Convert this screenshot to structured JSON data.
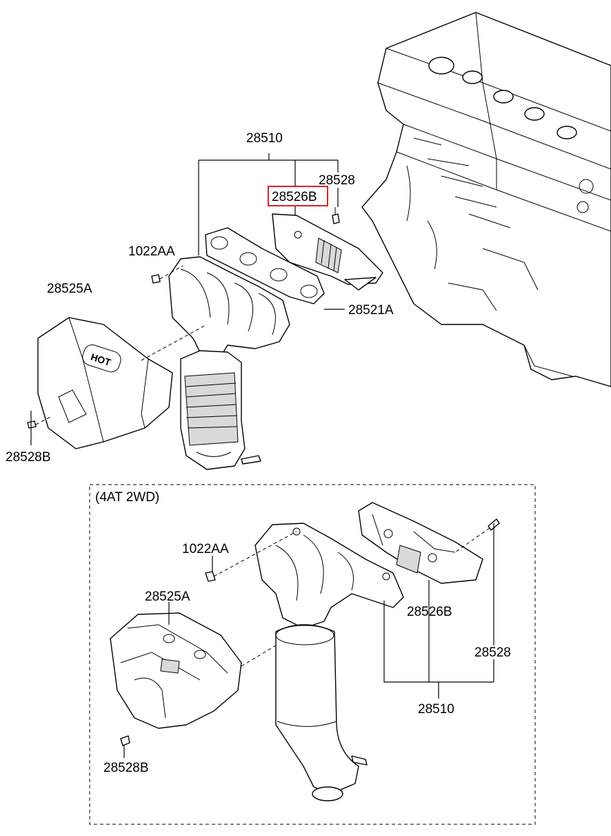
{
  "top_section": {
    "labels": {
      "assembly": "28510",
      "bolt_right": "28528",
      "heat_protector_upper": "28526B",
      "nut": "1022AA",
      "heat_protector_lower": "28525A",
      "gasket": "28521A",
      "bolt_left": "28528B"
    },
    "highlighted_part": "28526B",
    "highlight_color": "#e02020",
    "cover_emblem": "HOT"
  },
  "bottom_section": {
    "variant_label": "(4AT 2WD)",
    "labels": {
      "nut": "1022AA",
      "heat_protector_lower": "28525A",
      "heat_protector_upper": "28526B",
      "bolt_right": "28528",
      "assembly": "28510",
      "bolt_left": "28528B"
    }
  }
}
